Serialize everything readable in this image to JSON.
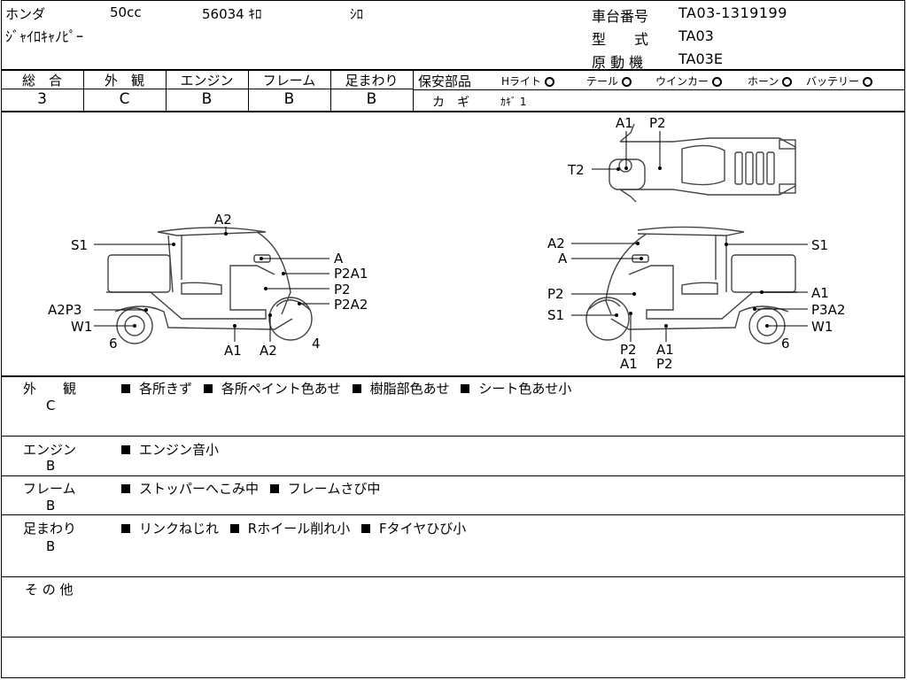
{
  "header": {
    "maker": "ホンダ",
    "cc": "50cc",
    "mileage": "56034 ｷﾛ",
    "color": "ｼﾛ",
    "model_name": "ｼﾞｬｲﾛｷｬﾉﾋﾟｰ",
    "chassis_label": "車台番号",
    "chassis_value": "TA03-1319199",
    "type_label": "型　　式",
    "type_value": "TA03",
    "engine_label": "原 動 機",
    "engine_value": "TA03E"
  },
  "grades": [
    {
      "label": "総　合",
      "value": "3"
    },
    {
      "label": "外　観",
      "value": "C"
    },
    {
      "label": "エンジン",
      "value": "B"
    },
    {
      "label": "フレーム",
      "value": "B"
    },
    {
      "label": "足まわり",
      "value": "B"
    }
  ],
  "safety": {
    "label": "保安部品",
    "items": [
      "Hライト",
      "テール",
      "ウインカー",
      "ホーン",
      "バッテリー"
    ],
    "key_label": "カ　ギ",
    "key_value": "ｶｷﾞ 1"
  },
  "diagram": {
    "top_labels": [
      "A1",
      "P2",
      "T2"
    ],
    "left_labels": [
      "A2",
      "S1",
      "A",
      "P2A1",
      "P2",
      "P2A2",
      "A2P3",
      "W1",
      "6",
      "A1",
      "A2",
      "4"
    ],
    "right_labels": [
      "A2",
      "S1",
      "A",
      "A1",
      "P2",
      "P3A2",
      "S1",
      "W1",
      "6",
      "P2",
      "A1",
      "A1",
      "P2"
    ]
  },
  "remarks": [
    {
      "label": "外　　観",
      "grade": "C",
      "items": [
        "各所きず",
        "各所ペイント色あせ",
        "樹脂部色あせ",
        "シート色あせ小"
      ]
    },
    {
      "label": "エンジン",
      "grade": "B",
      "items": [
        "エンジン音小"
      ]
    },
    {
      "label": "フレーム",
      "grade": "B",
      "items": [
        "ストッパーへこみ中",
        "フレームさび中"
      ]
    },
    {
      "label": "足まわり",
      "grade": "B",
      "items": [
        "リンクねじれ",
        "Rホイール削れ小",
        "Fタイヤひび小"
      ]
    },
    {
      "label": "そ の 他",
      "grade": "",
      "items": []
    }
  ]
}
